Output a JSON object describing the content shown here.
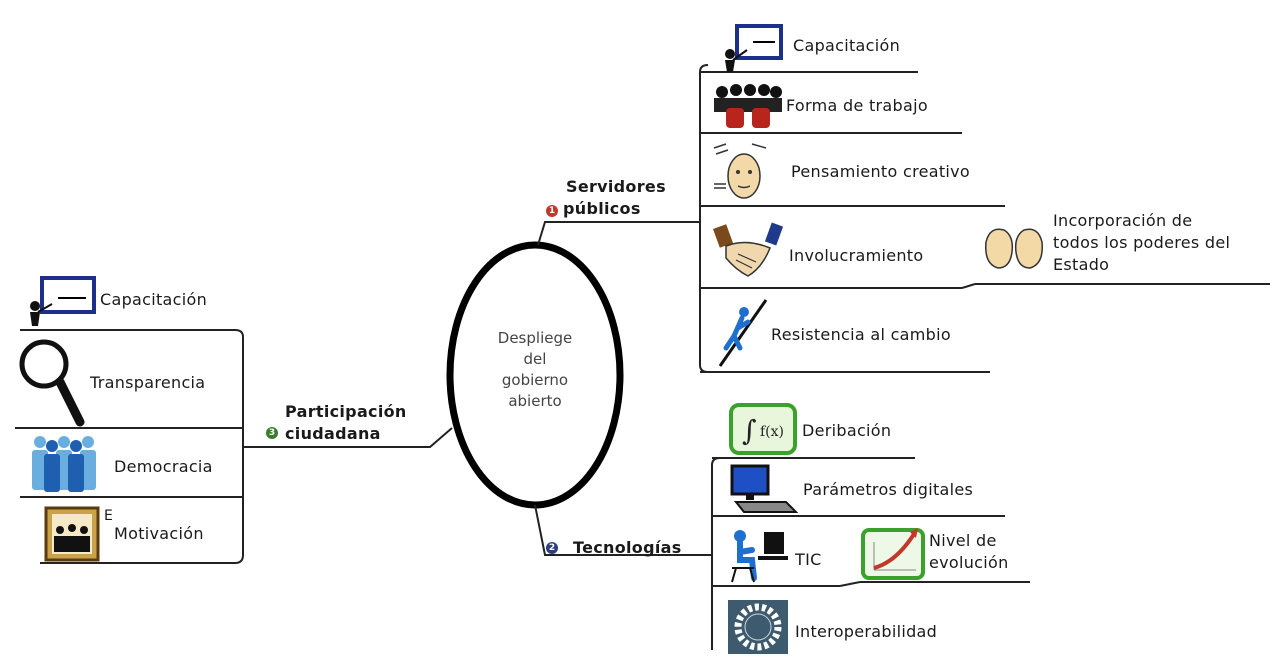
{
  "center": {
    "lines": [
      "Despliege",
      "del",
      "gobierno",
      "abierto"
    ]
  },
  "branches": {
    "servidores": {
      "number": "1",
      "title_lines": [
        "Servidores",
        "públicos"
      ],
      "color": "#c0392b",
      "items": {
        "capacitacion": "Capacitación",
        "forma_trabajo": "Forma de trabajo",
        "pensamiento": "Pensamiento creativo",
        "involucramiento": "Involucramiento",
        "incorporacion_lines": [
          "Incorporación de",
          "todos los poderes del",
          "Estado"
        ],
        "resistencia": "Resistencia al cambio"
      }
    },
    "tecnologias": {
      "number": "2",
      "title": "Tecnologías",
      "color": "#2c3e80",
      "items": {
        "deribacion": "Deribación",
        "parametros": "Parámetros digitales",
        "tic": "TIC",
        "nivel_lines": [
          "Nivel de",
          "evolución"
        ],
        "interoperabilidad": "Interoperabilidad"
      }
    },
    "participacion": {
      "number": "3",
      "title_lines": [
        "Participación",
        "ciudadana"
      ],
      "color": "#3a7d2c",
      "items": {
        "capacitacion": "Capacitación",
        "transparencia": "Transparencia",
        "democracia": "Democracia",
        "motivacion": "Motivación",
        "motivacion_prefix": "E"
      }
    }
  }
}
